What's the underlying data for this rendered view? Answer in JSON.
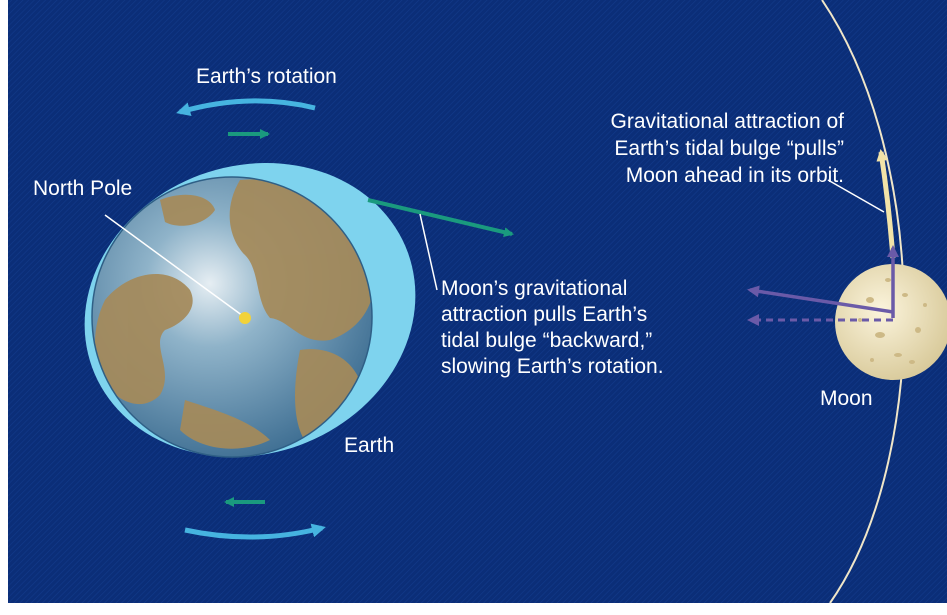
{
  "labels": {
    "earth_rotation": "Earth’s rotation",
    "north_pole": "North Pole",
    "earth": "Earth",
    "moon": "Moon",
    "moon_pull_lines": [
      "Moon’s gravitational",
      "attraction pulls Earth’s",
      "tidal bulge “backward,”",
      "slowing Earth’s rotation."
    ],
    "bulge_pull_lines": [
      "Gravitational attraction of",
      "Earth’s tidal bulge “pulls”",
      "Moon ahead in its orbit."
    ]
  },
  "colors": {
    "background": "#0b2e78",
    "border": "#ffffff",
    "tidal_bulge": "#7ed3ee",
    "earth_ocean": "#5f8fb3",
    "earth_land": "#a58a5a",
    "rotation_arrow": "#46b4e0",
    "force_arrow": "#1a9a7e",
    "moon": "#efe3bd",
    "moon_force": "#6a5aa8",
    "orbit": "#f0e6c8",
    "orbit_arrow": "#f2e3a8",
    "north_pole_dot": "#f2d23a"
  }
}
